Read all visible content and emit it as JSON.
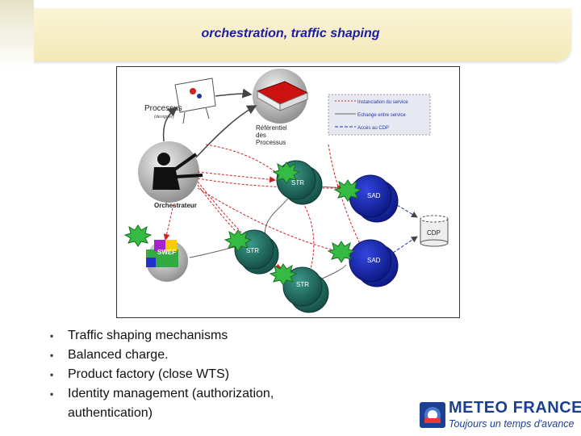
{
  "slide": {
    "title": "orchestration, traffic shaping"
  },
  "diagram": {
    "processus_label": "Processus",
    "processus_sub": "(designer)",
    "referentiel_lines": [
      "Référentiel",
      "des",
      "Processus"
    ],
    "orchestrateur_label": "Orchestrateur",
    "legend": [
      {
        "label": "Instanciation du service",
        "style": "dotted-red"
      },
      {
        "label": "Echange entre service",
        "style": "solid-gray"
      },
      {
        "label": "Accès au CDP",
        "style": "dashed-blue"
      }
    ],
    "nodes": {
      "str_top": "STR",
      "str_mid": "STR",
      "str_bottom": "STR",
      "sad_top": "SAD",
      "sad_bottom": "SAD",
      "cdp": "CDP",
      "swef": "SWEF"
    },
    "colors": {
      "str": "#1f6f63",
      "sad": "#1428b8",
      "star": "#33bb44",
      "red_book": "#cc1111"
    }
  },
  "bullets": [
    "Traffic shaping mechanisms",
    "Balanced charge.",
    "Product factory (close WTS)",
    "Identity management (authorization, authentication)"
  ],
  "logo": {
    "name": "METEO FRANCE",
    "tagline": "Toujours un temps d'avance"
  }
}
